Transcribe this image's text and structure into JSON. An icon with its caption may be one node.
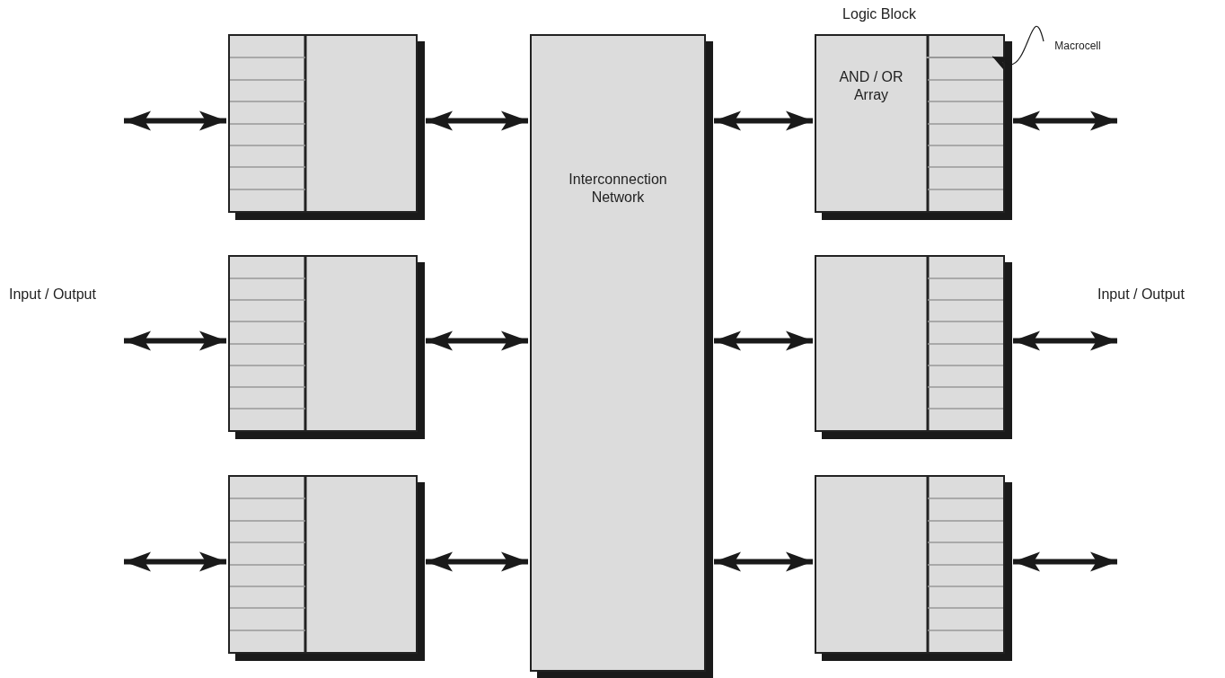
{
  "diagram": {
    "nodes": [
      {
        "text": [
          "Interconnection Network"
        ]
      },
      {
        "text": [],
        "shape": "box"
      },
      {
        "text": [],
        "shape": "box"
      },
      {
        "text": [],
        "shape": "box"
      },
      {
        "text": [
          "Logic Block",
          "AND / OR Array"
        ]
      },
      {
        "text": [],
        "shape": "box"
      },
      {
        "text": [],
        "shape": "box"
      },
      {
        "text": [
          "Macrocell"
        ]
      },
      {
        "text": [],
        "shape": "box",
        "in": 4
      }
    ],
    "edges": [
      {
        "from": null,
        "to": 1,
        "arrow": "both"
      },
      {
        "from": 1,
        "to": 0,
        "arrow": "both"
      },
      {
        "from": null,
        "to": 2,
        "arrow": "both"
      },
      {
        "from": 2,
        "to": 0,
        "arrow": "both"
      },
      {
        "from": null,
        "to": 3,
        "arrow": "both"
      },
      {
        "from": 3,
        "to": 0,
        "arrow": "both"
      },
      {
        "from": 0,
        "to": 4,
        "arrow": "both"
      },
      {
        "from": 4,
        "to": null,
        "arrow": "both"
      },
      {
        "from": 0,
        "to": 5,
        "arrow": "both"
      },
      {
        "from": 5,
        "to": null,
        "arrow": "both"
      },
      {
        "from": 0,
        "to": 6,
        "arrow": "both"
      },
      {
        "from": 6,
        "to": null,
        "arrow": "both"
      },
      {
        "from": 7,
        "to": 8,
        "arrow": "to"
      }
    ],
    "labels": [
      "Input / Output",
      "Input / Output"
    ]
  }
}
